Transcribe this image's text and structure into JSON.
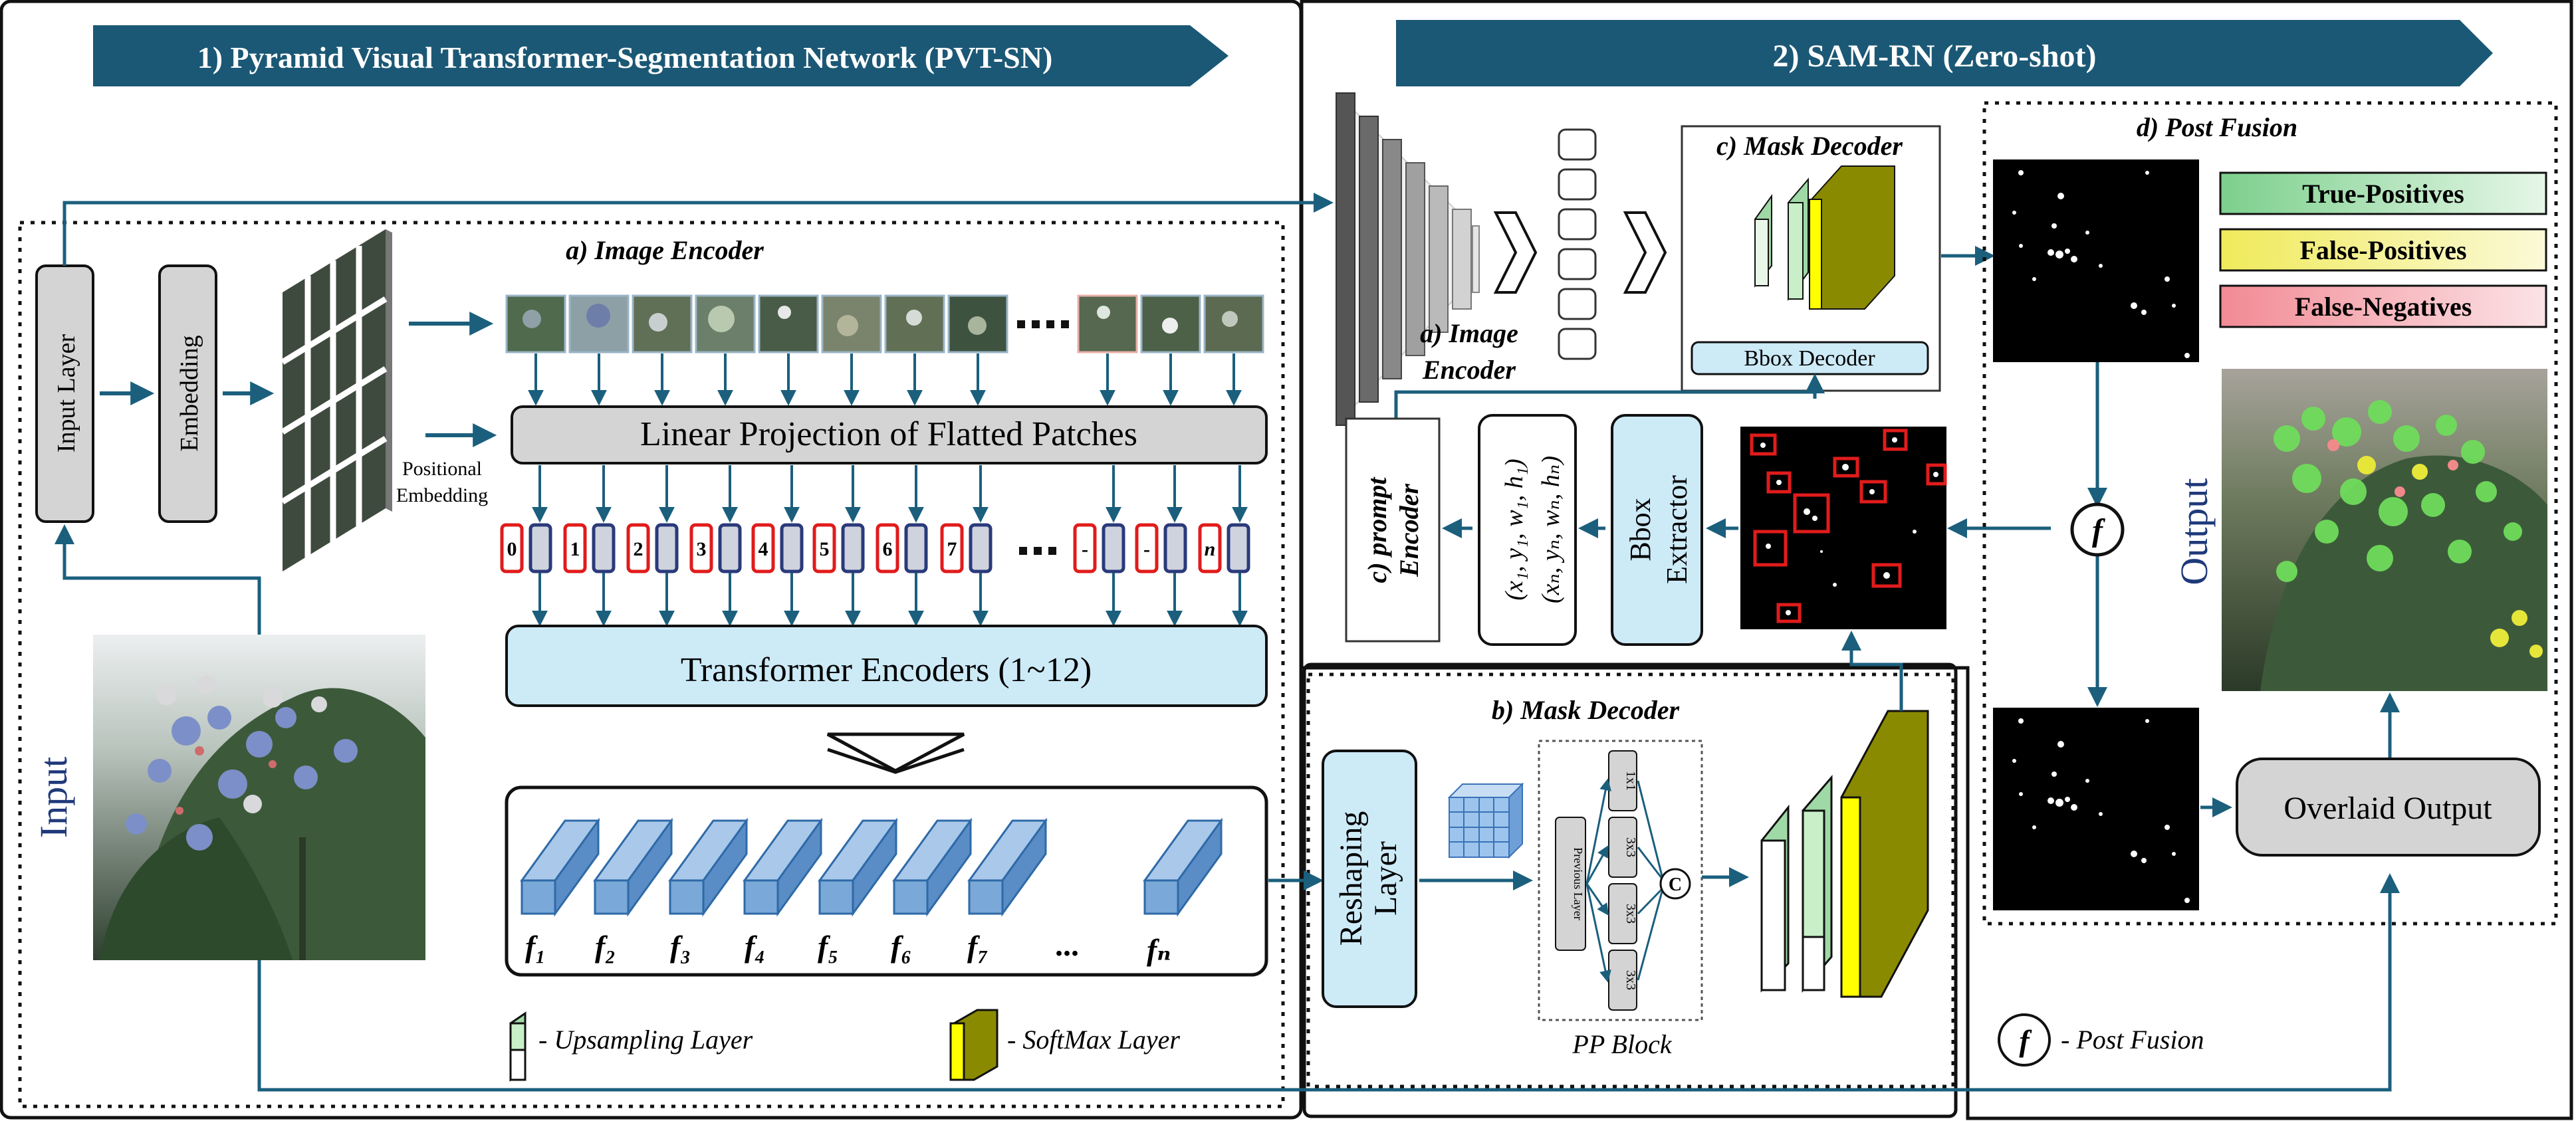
{
  "banners": {
    "pvt_sn": "1) Pyramid Visual Transformer-Segmentation Network (PVT-SN)",
    "sam_rn": "2) SAM-RN (Zero-shot)"
  },
  "left": {
    "image_encoder_title": "a) Image Encoder",
    "input_layer": "Input Layer",
    "embedding": "Embedding",
    "linear_projection": "Linear Projection of Flatted Patches",
    "positional_embedding_1": "Positional",
    "positional_embedding_2": "Embedding",
    "position_tokens": [
      "0",
      "1",
      "2",
      "3",
      "4",
      "5",
      "6",
      "7",
      "-",
      "-",
      "n"
    ],
    "transformer_encoders": "Transformer Encoders (1~12)",
    "feature_labels": [
      "f₁",
      "f₂",
      "f₃",
      "f₄",
      "f₅",
      "f₆",
      "f₇",
      "fₙ"
    ],
    "ellipsis": "...",
    "input_label": "Input",
    "legend_upsampling": "- Upsampling Layer",
    "legend_softmax": "- SoftMax Layer"
  },
  "mask_decoder_b": {
    "title": "b) Mask Decoder",
    "reshaping_1": "Reshaping",
    "reshaping_2": "Layer",
    "pp_block": "PP Block",
    "previous_layer": "Previous Layer",
    "conv_labels": [
      "1x1",
      "3x3",
      "3x3",
      "3x3"
    ],
    "concat": "C"
  },
  "sam": {
    "image_encoder_1": "a) Image",
    "image_encoder_2": "Encoder",
    "mask_decoder_title": "c) Mask Decoder",
    "bbox_decoder": "Bbox Decoder",
    "bbox_extractor_1": "Bbox",
    "bbox_extractor_2": "Extractor",
    "prompt_encoder_1": "c) prompt",
    "prompt_encoder_2": "Encoder",
    "coords_1": "(x₁, y₁, w₁, h₁)",
    "coords_2": "(xₙ, yₙ, wₙ, hₙ)"
  },
  "post_fusion": {
    "title": "d) Post Fusion",
    "true_positives": "True-Positives",
    "false_positives": "False-Positives",
    "false_negatives": "False-Negatives",
    "fusion_symbol": "f",
    "output_label": "Output",
    "overlaid_output": "Overlaid Output",
    "legend_post_fusion": "- Post Fusion"
  },
  "colors": {
    "banner": "#1b5875",
    "arrow": "#1b5f7d",
    "light_blue_box": "#cdeaf7",
    "gray_box": "#d4d4d4",
    "olive": "#8a8a00",
    "yellow": "#ffff00",
    "mint": "#c8efc8",
    "token_red": "#e11b1b",
    "token_blue": "#2a3a7a",
    "tp_green": "#92d7a1",
    "fp_yellow": "#f5f08a",
    "fn_pink": "#f4a0a8",
    "navy_text": "#1f3a7a"
  }
}
